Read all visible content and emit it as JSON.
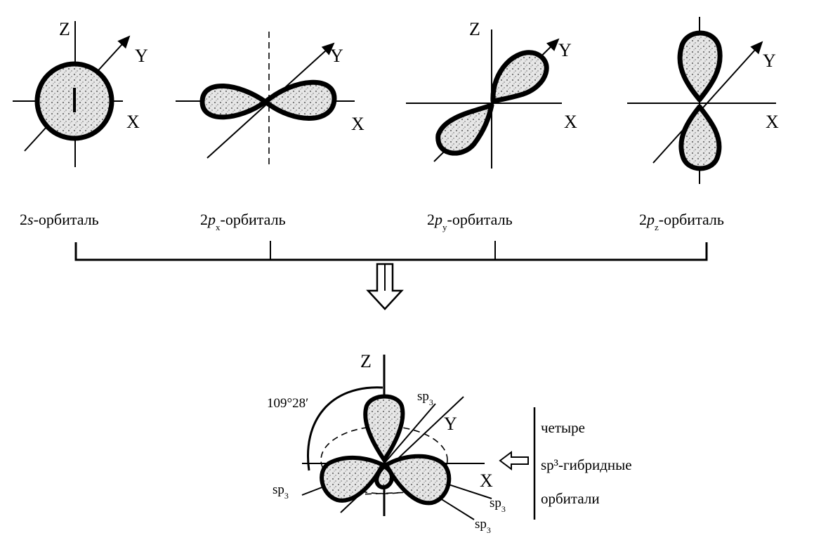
{
  "orbitals": [
    {
      "id": "2s",
      "caption_main": "2",
      "caption_italic": "s",
      "caption_sub": "",
      "caption_rest": "-орбиталь",
      "axes": {
        "z": "Z",
        "y": "Y",
        "x": "X"
      }
    },
    {
      "id": "2px",
      "caption_main": "2",
      "caption_italic": "p",
      "caption_sub": "x",
      "caption_rest": "-орбиталь",
      "axes": {
        "y": "Y",
        "x": "X"
      }
    },
    {
      "id": "2py",
      "caption_main": "2",
      "caption_italic": "p",
      "caption_sub": "y",
      "caption_rest": "-орбиталь",
      "axes": {
        "z": "Z",
        "y": "Y",
        "x": "X"
      }
    },
    {
      "id": "2pz",
      "caption_main": "2",
      "caption_italic": "p",
      "caption_sub": "z",
      "caption_rest": "-орбиталь",
      "axes": {
        "y": "Y",
        "x": "X"
      }
    }
  ],
  "hybrid": {
    "axes": {
      "z": "Z",
      "y": "Y",
      "x": "X"
    },
    "angle": "109°28′",
    "lobes": [
      "sp",
      "sp",
      "sp",
      "sp"
    ],
    "lobe_subscript": "3",
    "side_text": [
      "четыре",
      "sp³-гибридные",
      "орбитали"
    ]
  },
  "colors": {
    "ink": "#000000",
    "background": "#ffffff",
    "fill_speckle": "#bdbdbd"
  },
  "icons": [
    "down-arrow-icon",
    "left-arrow-icon"
  ]
}
